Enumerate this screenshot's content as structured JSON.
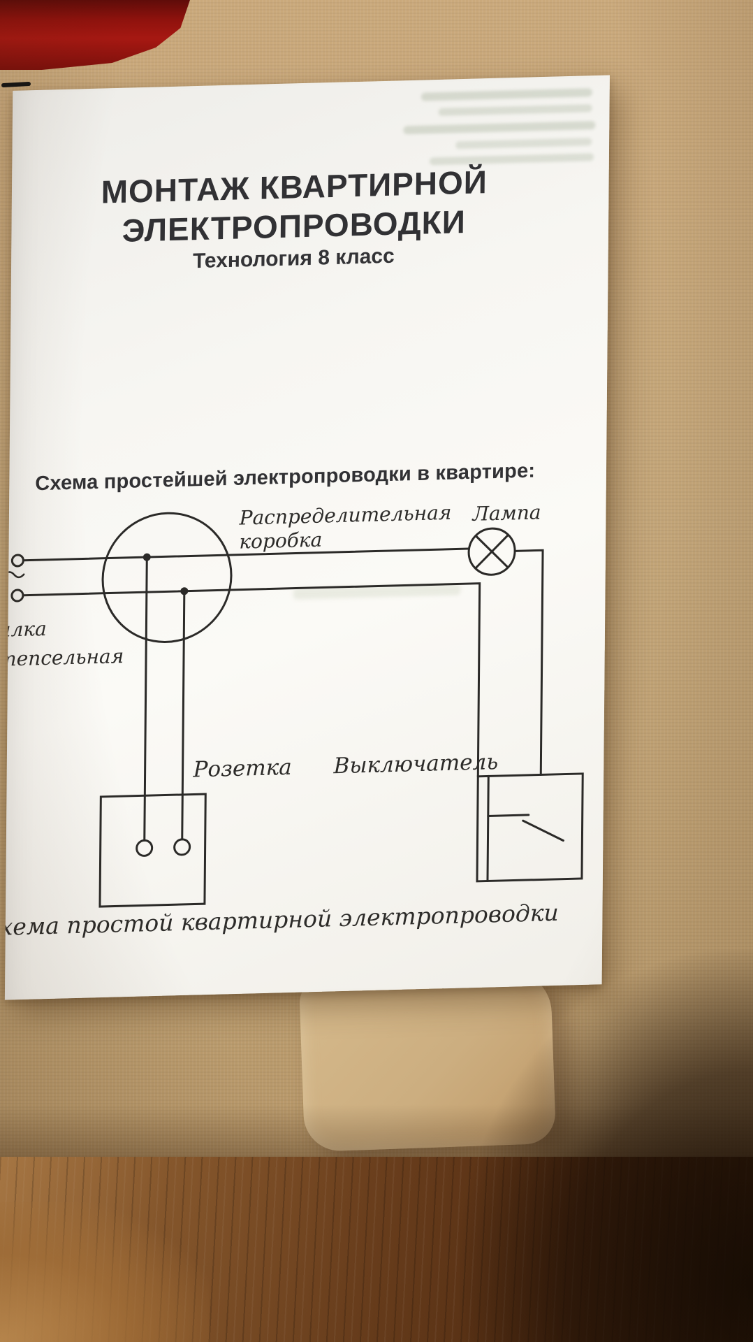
{
  "page": {
    "title_line1": "МОНТАЖ КВАРТИРНОЙ",
    "title_line2": "ЭЛЕКТРОПРОВОДКИ",
    "subtitle": "Технология 8 класс",
    "heading": "Схема простейшей электропроводки в квартире:",
    "caption_cutoff": "хема простой квартирной электропроводки"
  },
  "diagram": {
    "labels": {
      "distribution_box_line1": "Распределительная",
      "distribution_box_line2": "коробка",
      "lamp": "Лампа",
      "plug_cutoff_line1": "илка",
      "plug_cutoff_line2": "тепсельная",
      "socket": "Розетка",
      "switch": "Выключатель"
    }
  },
  "palette": {
    "paper": "#f7f6f2",
    "ink": "#2b2a28",
    "burlap_background": "#c2a477",
    "red_object": "#9e1410",
    "wood_dark": "#542d12"
  }
}
